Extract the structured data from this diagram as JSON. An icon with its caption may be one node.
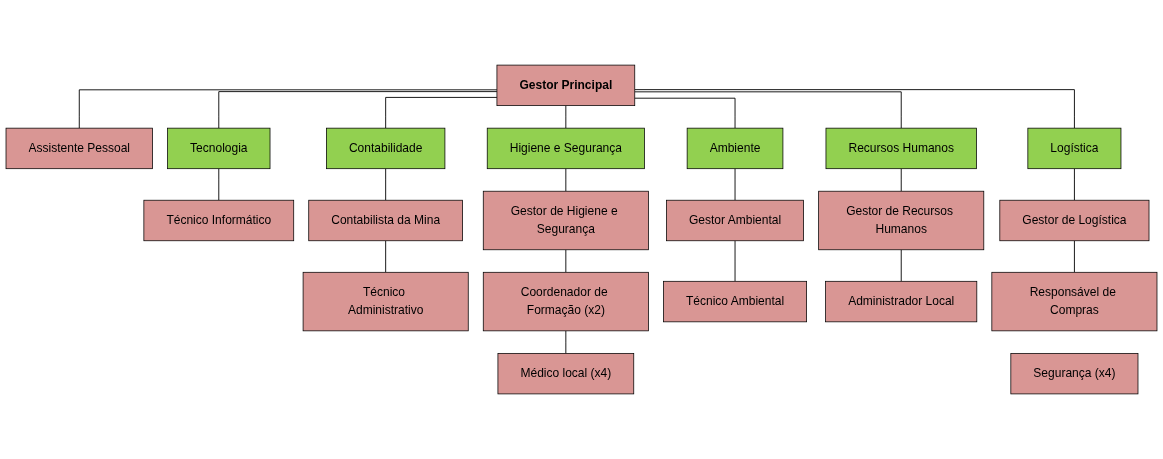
{
  "diagram": {
    "nodes": [
      {
        "text": [
          "Gestor Principal"
        ]
      },
      {
        "text": [
          "Assistente Pessoal"
        ]
      },
      {
        "text": [
          "Tecnologia"
        ]
      },
      {
        "text": [
          "Contabilidade"
        ]
      },
      {
        "text": [
          "Higiene e Segurança"
        ]
      },
      {
        "text": [
          "Ambiente"
        ]
      },
      {
        "text": [
          "Recursos Humanos"
        ]
      },
      {
        "text": [
          "Logística"
        ]
      },
      {
        "text": [
          "Técnico Informático"
        ]
      },
      {
        "text": [
          "Contabilista da Mina"
        ]
      },
      {
        "text": [
          "Técnico Administrativo"
        ]
      },
      {
        "text": [
          "Gestor de Higiene e Segurança"
        ]
      },
      {
        "text": [
          "Coordenador de Formação (x2)"
        ]
      },
      {
        "text": [
          "Médico local (x4)"
        ]
      },
      {
        "text": [
          "Gestor Ambiental"
        ]
      },
      {
        "text": [
          "Técnico Ambiental"
        ]
      },
      {
        "text": [
          "Gestor de Recursos Humanos"
        ]
      },
      {
        "text": [
          "Administrador Local"
        ]
      },
      {
        "text": [
          "Gestor de Logística"
        ]
      },
      {
        "text": [
          "Responsável de Compras"
        ]
      },
      {
        "text": [
          "Segurança (x4)"
        ]
      }
    ],
    "edges": [
      {
        "from": 0,
        "to": 1,
        "arrow": "none"
      },
      {
        "from": 0,
        "to": 2,
        "arrow": "none"
      },
      {
        "from": 0,
        "to": 3,
        "arrow": "none"
      },
      {
        "from": 0,
        "to": 4,
        "arrow": "none"
      },
      {
        "from": 0,
        "to": 5,
        "arrow": "none"
      },
      {
        "from": 0,
        "to": 6,
        "arrow": "none"
      },
      {
        "from": 0,
        "to": 7,
        "arrow": "none"
      },
      {
        "from": 2,
        "to": 8,
        "arrow": "none"
      },
      {
        "from": 3,
        "to": 9,
        "arrow": "none"
      },
      {
        "from": 9,
        "to": 10,
        "arrow": "none"
      },
      {
        "from": 4,
        "to": 11,
        "arrow": "none"
      },
      {
        "from": 11,
        "to": 12,
        "arrow": "none"
      },
      {
        "from": 12,
        "to": 13,
        "arrow": "none"
      },
      {
        "from": 5,
        "to": 14,
        "arrow": "none"
      },
      {
        "from": 14,
        "to": 15,
        "arrow": "none"
      },
      {
        "from": 6,
        "to": 16,
        "arrow": "none"
      },
      {
        "from": 16,
        "to": 17,
        "arrow": "none"
      },
      {
        "from": 7,
        "to": 18,
        "arrow": "none"
      },
      {
        "from": 18,
        "to": 19,
        "arrow": "none"
      }
    ]
  }
}
